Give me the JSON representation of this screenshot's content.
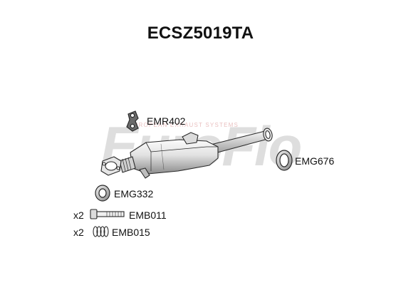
{
  "title": "ECSZ5019TA",
  "watermark": {
    "brand": "EuroFlo",
    "tagline": "EUROPEAN EXHAUST SYSTEMS"
  },
  "parts": [
    {
      "code": "EMR402",
      "icon": "rubber-hanger-icon"
    },
    {
      "code": "EMG676",
      "icon": "gasket-ring-icon"
    },
    {
      "code": "EMG332",
      "icon": "gasket-ring-icon"
    },
    {
      "code": "EMB011",
      "quantity": "x2",
      "icon": "bolt-icon"
    },
    {
      "code": "EMB015",
      "quantity": "x2",
      "icon": "spring-icon"
    }
  ],
  "colors": {
    "outline": "#2a2a2a",
    "part_fill_light": "#f0f0f0",
    "part_fill_dark": "#9a9a9a",
    "watermark": "#d7d7d7",
    "watermark_accent": "#e9b9b9"
  }
}
